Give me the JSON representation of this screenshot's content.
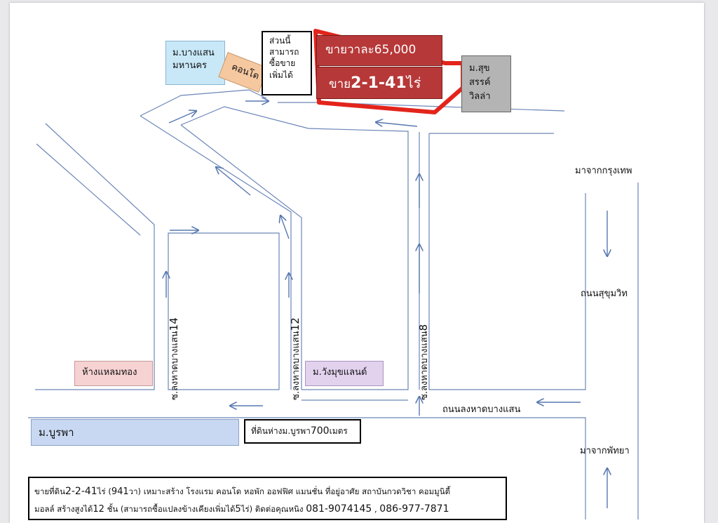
{
  "labels": {
    "bangsaen_mahanakhon": "ม.บางแสน มหานคร",
    "condo": "คอนโด",
    "extra_part": "ส่วนนี้ สามารถ ซื้อขาย เพิ่มได้",
    "price_per_wa_prefix": "ขายวาละ",
    "price_per_wa_value": "65,000",
    "area_prefix": "ขาย",
    "area_value": "2-1-41",
    "area_suffix": "ไร่",
    "suksan_villa": "ม.สุข สรรค์ วิลล่า",
    "from_bangkok": "มาจากกรุงเทพ",
    "sukhumvit_road": "ถนนสุขุมวิท",
    "soi14_prefix": "ซ.ลงหาดบางแสน",
    "soi14_num": "14",
    "soi12_prefix": "ซ.ลงหาดบางแสน",
    "soi12_num": "12",
    "soi8_prefix": "ซ.ลงหาดบางแสน",
    "soi8_num": "8",
    "laemthong_mall": "ห้างแหลมทอง",
    "wangmuk_land": "ม.วังมุขแลนด์",
    "long_hat_road": "ถนนลงหาดบางแสน",
    "burapha_univ": "ม.บูรพา",
    "distance_prefix": "ที่ดินห่างม.บูรพา",
    "distance_value": "700",
    "distance_suffix": "เมตร",
    "from_pattaya": "มาจากพัทยา"
  },
  "footer": {
    "line1_a": "ขายที่ดิน",
    "line1_area": "2-2-41",
    "line1_b": "ไร่ (",
    "line1_wa": "941",
    "line1_c": "วา)   เหมาะสร้าง โรงแรม คอนโด หอพัก ออฟฟิศ แมนชั่น ที่อยู่อาศัย สถาบันกวดวิชา คอมมูนิตี้",
    "line2_a": "มอลล์ สร้างสูงได้",
    "line2_floors": "12",
    "line2_b": " ชั้น (สามารถซื้อแปลงข้างเคียงเพิ่มได้",
    "line2_extra": "5",
    "line2_c": "ไร่) ติดต่อคุณหนิง ",
    "phone1": "081-9074145",
    "phone_sep": " , ",
    "phone2": "086-977-7871"
  },
  "colors": {
    "road_line": "#6b86b8",
    "arrow": "#5878b0",
    "highlight_red": "#e3241b",
    "price_box": "#b73838",
    "mahanakhon_fill": "#c8e8f8",
    "condo_fill": "#f6c8a0",
    "suksan_fill": "#b4b4b4",
    "laemthong_fill": "#f6d2d2",
    "wangmuk_fill": "#e2d2ee",
    "burapha_fill": "#c8d8f2"
  },
  "icons": {
    "direction": "arrow-icon",
    "plot": "plot-outline-icon"
  }
}
